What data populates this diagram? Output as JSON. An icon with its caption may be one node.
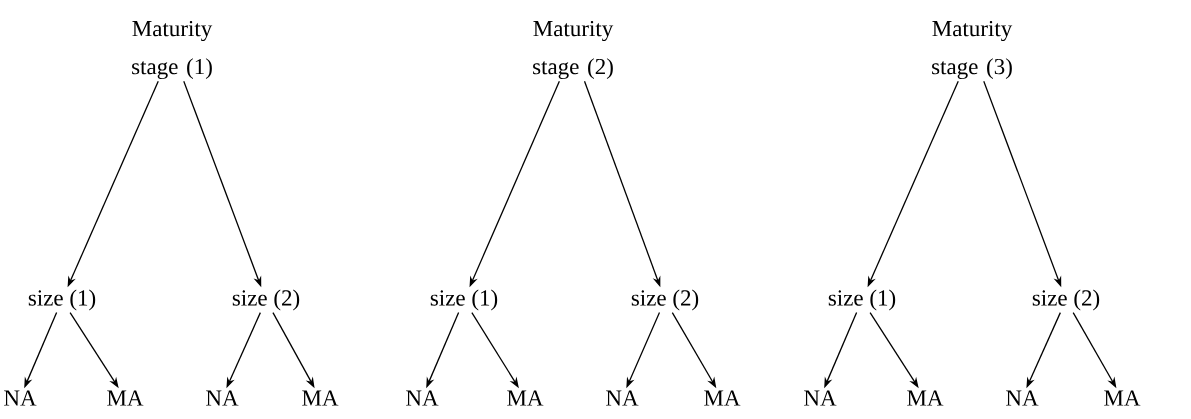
{
  "diagram": {
    "nodes": [
      {
        "text": [
          "Maturity stage (1)"
        ]
      },
      {
        "text": [
          "Maturity stage (2)"
        ]
      },
      {
        "text": [
          "Maturity stage (3)"
        ]
      },
      {
        "text": [
          "size (1)"
        ]
      },
      {
        "text": [
          "size (2)"
        ]
      },
      {
        "text": [
          "size (1)"
        ]
      },
      {
        "text": [
          "size (2)"
        ]
      },
      {
        "text": [
          "size (1)"
        ]
      },
      {
        "text": [
          "size (2)"
        ]
      },
      {
        "text": [
          "NA"
        ]
      },
      {
        "text": [
          "MA"
        ]
      },
      {
        "text": [
          "NA"
        ]
      },
      {
        "text": [
          "MA"
        ]
      },
      {
        "text": [
          "NA"
        ]
      },
      {
        "text": [
          "MA"
        ]
      },
      {
        "text": [
          "NA"
        ]
      },
      {
        "text": [
          "MA"
        ]
      },
      {
        "text": [
          "NA"
        ]
      },
      {
        "text": [
          "MA"
        ]
      },
      {
        "text": [
          "NA"
        ]
      },
      {
        "text": [
          "MA"
        ]
      }
    ],
    "edges": [
      {
        "from": 0,
        "to": 3,
        "arrow": "to"
      },
      {
        "from": 0,
        "to": 4,
        "arrow": "to"
      },
      {
        "from": 1,
        "to": 5,
        "arrow": "to"
      },
      {
        "from": 1,
        "to": 6,
        "arrow": "to"
      },
      {
        "from": 2,
        "to": 7,
        "arrow": "to"
      },
      {
        "from": 2,
        "to": 8,
        "arrow": "to"
      },
      {
        "from": 3,
        "to": 9,
        "arrow": "to"
      },
      {
        "from": 3,
        "to": 10,
        "arrow": "to"
      },
      {
        "from": 4,
        "to": 11,
        "arrow": "to"
      },
      {
        "from": 4,
        "to": 12,
        "arrow": "to"
      },
      {
        "from": 5,
        "to": 13,
        "arrow": "to"
      },
      {
        "from": 5,
        "to": 14,
        "arrow": "to"
      },
      {
        "from": 6,
        "to": 15,
        "arrow": "to"
      },
      {
        "from": 6,
        "to": 16,
        "arrow": "to"
      },
      {
        "from": 7,
        "to": 17,
        "arrow": "to"
      },
      {
        "from": 7,
        "to": 18,
        "arrow": "to"
      },
      {
        "from": 8,
        "to": 19,
        "arrow": "to"
      },
      {
        "from": 8,
        "to": 20,
        "arrow": "to"
      }
    ]
  }
}
